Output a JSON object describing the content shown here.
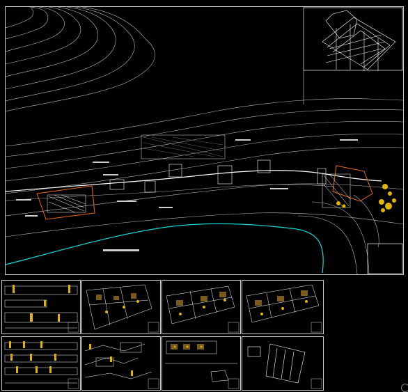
{
  "app": {
    "background": "#000000"
  },
  "colors": {
    "frame": "#d9d9d9",
    "contour": "#bdbdbd",
    "road": "#ffffff",
    "site_outline": "#e86a1c",
    "water": "#19d6d6",
    "vegetation": "#e0b400",
    "rooms": "#7a5a1a",
    "label": "#cfcfcf"
  },
  "canvas": {
    "name": "cad-drawing-area"
  },
  "main_sheet": {
    "name": "site-plan-sheet",
    "title_block": "title-block-icon",
    "inset": "3d-structure-view-icon"
  },
  "thumbnails": [
    {
      "name": "sheet-elevations-1",
      "kind": "elevations"
    },
    {
      "name": "sheet-floor-plan-1",
      "kind": "plan"
    },
    {
      "name": "sheet-floor-plan-2",
      "kind": "plan"
    },
    {
      "name": "sheet-floor-plan-3",
      "kind": "plan"
    },
    {
      "name": "sheet-elevations-2",
      "kind": "elevations"
    },
    {
      "name": "sheet-sections",
      "kind": "sections"
    },
    {
      "name": "sheet-detail-plan",
      "kind": "detail"
    },
    {
      "name": "sheet-key-plan",
      "kind": "keyplan"
    }
  ]
}
